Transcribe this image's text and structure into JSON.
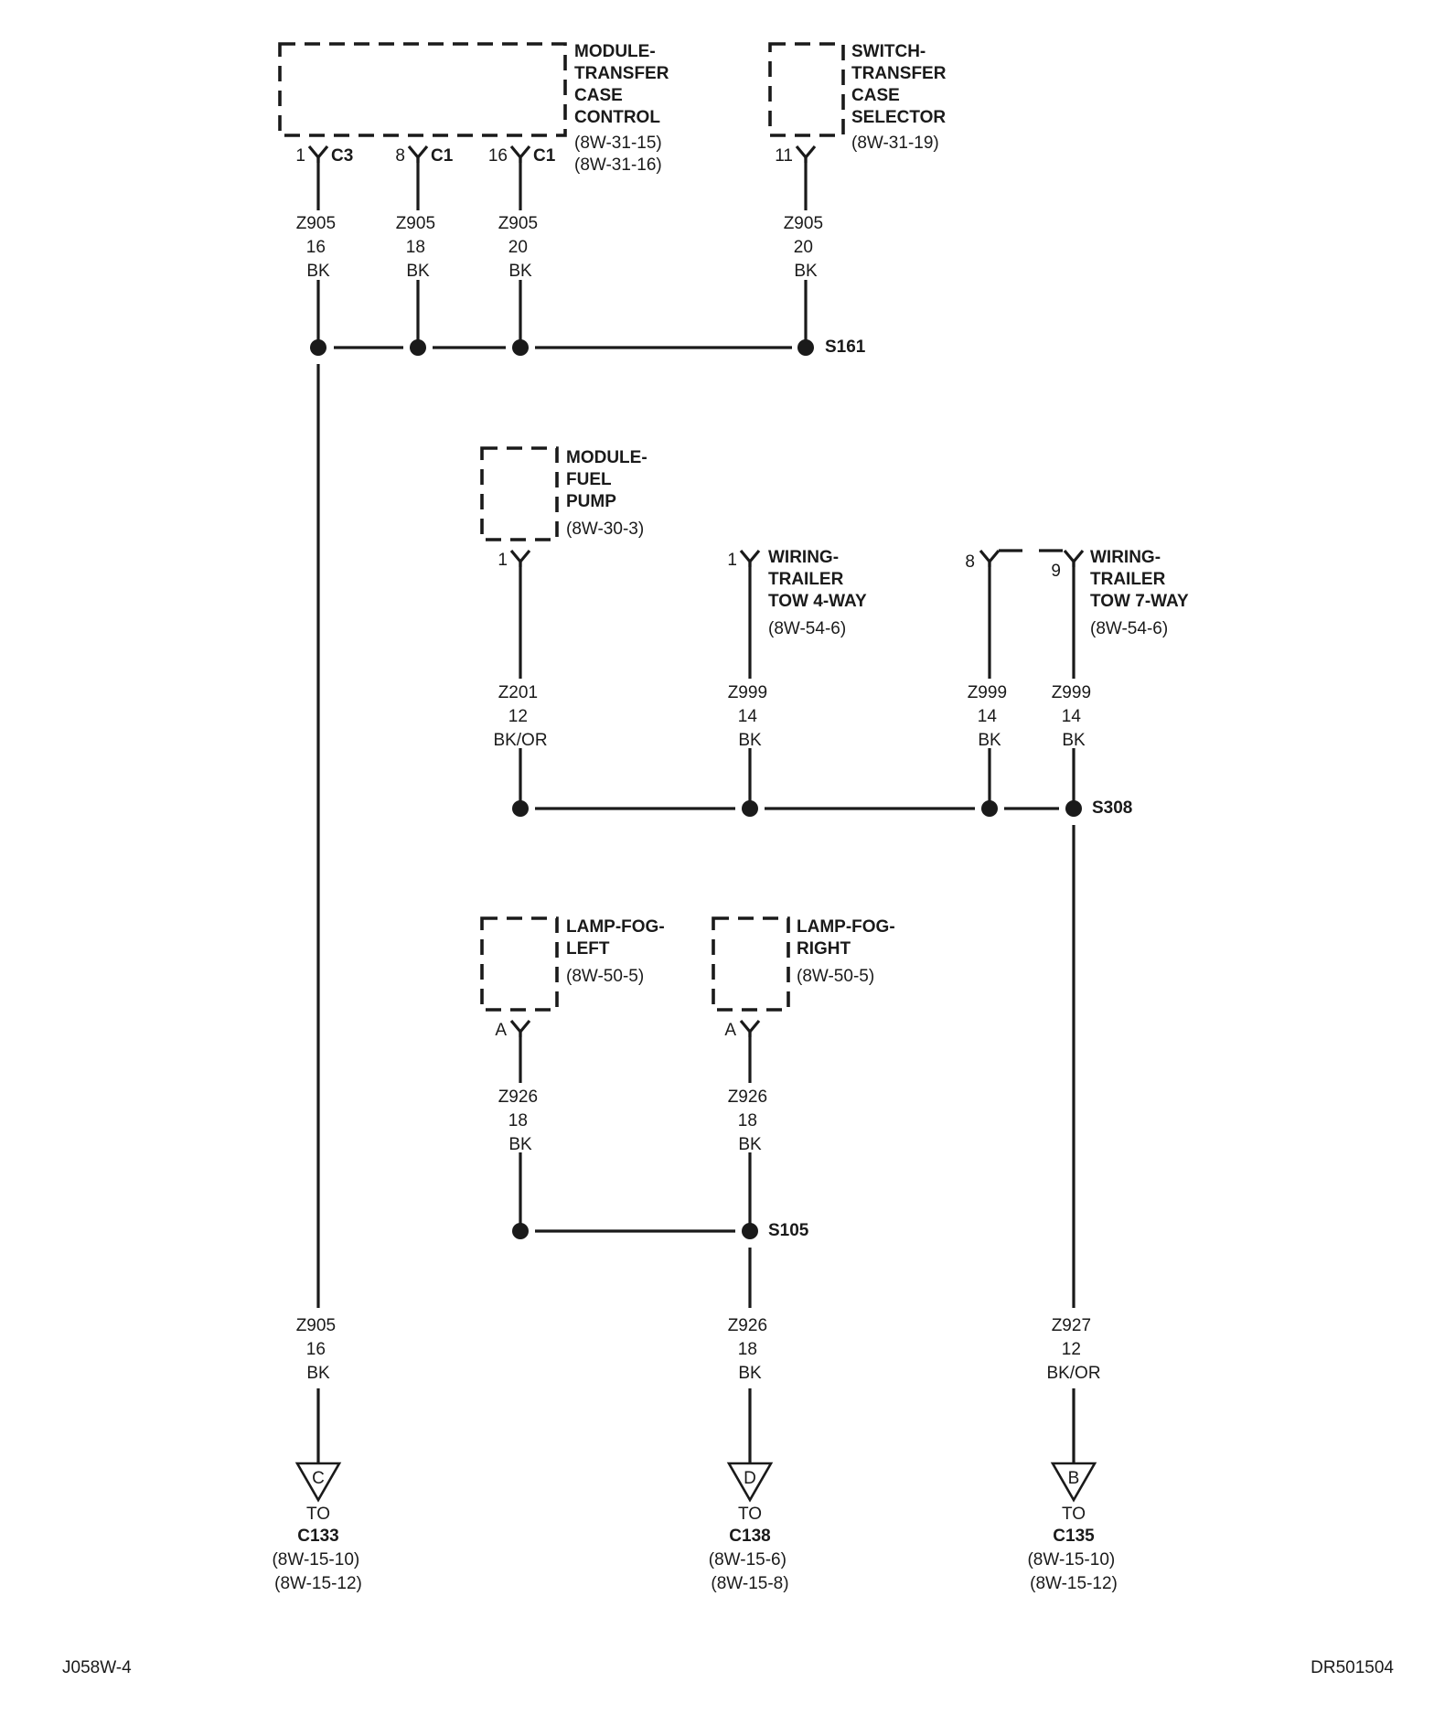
{
  "components": {
    "module_tcc": {
      "name_lines": [
        "MODULE-",
        "TRANSFER",
        "CASE",
        "CONTROL"
      ],
      "refs": [
        "(8W-31-15)",
        "(8W-31-16)"
      ]
    },
    "switch_tcs": {
      "name_lines": [
        "SWITCH-",
        "TRANSFER",
        "CASE",
        "SELECTOR"
      ],
      "refs": [
        "(8W-31-19)"
      ]
    },
    "module_fuel_pump": {
      "name_lines": [
        "MODULE-",
        "FUEL",
        "PUMP"
      ],
      "refs": [
        "(8W-30-3)"
      ]
    },
    "trailer_4way": {
      "name_lines": [
        "WIRING-",
        "TRAILER",
        "TOW 4-WAY"
      ],
      "refs": [
        "(8W-54-6)"
      ]
    },
    "trailer_7way": {
      "name_lines": [
        "WIRING-",
        "TRAILER",
        "TOW 7-WAY"
      ],
      "refs": [
        "(8W-54-6)"
      ]
    },
    "lamp_fog_left": {
      "name_lines": [
        "LAMP-FOG-",
        "LEFT"
      ],
      "refs": [
        "(8W-50-5)"
      ]
    },
    "lamp_fog_right": {
      "name_lines": [
        "LAMP-FOG-",
        "RIGHT"
      ],
      "refs": [
        "(8W-50-5)"
      ]
    }
  },
  "pins": {
    "p1": {
      "pin": "1",
      "connector": "C3"
    },
    "p2": {
      "pin": "8",
      "connector": "C1"
    },
    "p3": {
      "pin": "16",
      "connector": "C1"
    },
    "p4": {
      "pin": "11",
      "connector": ""
    },
    "p5": {
      "pin": "1",
      "connector": ""
    },
    "p6": {
      "pin": "1",
      "connector": ""
    },
    "p7": {
      "pin": "8",
      "connector": ""
    },
    "p8": {
      "pin": "9",
      "connector": ""
    },
    "p9": {
      "pin": "A",
      "connector": ""
    },
    "p10": {
      "pin": "A",
      "connector": ""
    }
  },
  "wires": {
    "w1": {
      "circuit": "Z905",
      "gauge": "16",
      "color": "BK"
    },
    "w2": {
      "circuit": "Z905",
      "gauge": "18",
      "color": "BK"
    },
    "w3": {
      "circuit": "Z905",
      "gauge": "20",
      "color": "BK"
    },
    "w4": {
      "circuit": "Z905",
      "gauge": "20",
      "color": "BK"
    },
    "w5": {
      "circuit": "Z201",
      "gauge": "12",
      "color": "BK/OR"
    },
    "w6": {
      "circuit": "Z999",
      "gauge": "14",
      "color": "BK"
    },
    "w7": {
      "circuit": "Z999",
      "gauge": "14",
      "color": "BK"
    },
    "w8": {
      "circuit": "Z999",
      "gauge": "14",
      "color": "BK"
    },
    "w9": {
      "circuit": "Z926",
      "gauge": "18",
      "color": "BK"
    },
    "w10": {
      "circuit": "Z926",
      "gauge": "18",
      "color": "BK"
    },
    "w11": {
      "circuit": "Z905",
      "gauge": "16",
      "color": "BK"
    },
    "w12": {
      "circuit": "Z926",
      "gauge": "18",
      "color": "BK"
    },
    "w13": {
      "circuit": "Z927",
      "gauge": "12",
      "color": "BK/OR"
    }
  },
  "splices": {
    "s161": "S161",
    "s308": "S308",
    "s105": "S105"
  },
  "destinations": {
    "c133": {
      "letter": "C",
      "to": "TO",
      "connector": "C133",
      "refs": [
        "(8W-15-10)",
        "(8W-15-12)"
      ]
    },
    "c138": {
      "letter": "D",
      "to": "TO",
      "connector": "C138",
      "refs": [
        "(8W-15-6)",
        "(8W-15-8)"
      ]
    },
    "c135": {
      "letter": "B",
      "to": "TO",
      "connector": "C135",
      "refs": [
        "(8W-15-10)",
        "(8W-15-12)"
      ]
    }
  },
  "footer": {
    "left": "J058W-4",
    "right": "DR501504"
  }
}
